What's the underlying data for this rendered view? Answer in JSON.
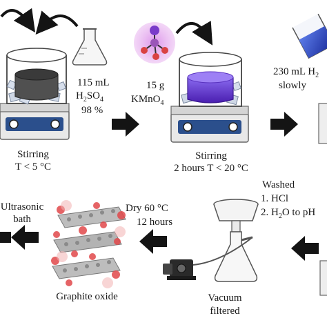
{
  "step1": {
    "acid_volume": "115 mL",
    "acid_formula": "H",
    "acid_sub1": "2",
    "acid_formula2": "SO",
    "acid_sub2": "4",
    "acid_purity": "98 %",
    "action": "Stirring",
    "condition": "T < 5 °C"
  },
  "step2": {
    "oxidant_mass": "15 g",
    "oxidant_formula": "KMnO",
    "oxidant_sub": "4",
    "action": "Stirring",
    "condition": "2 hours T < 20 °C"
  },
  "step3": {
    "addition": "230 mL H",
    "addition_sub": "2",
    "rate": "slowly"
  },
  "step4": {
    "title": "Washed",
    "wash1": "1.  HCl",
    "wash2_pre": "2.  H",
    "wash2_sub": "2",
    "wash2_post": "O to pH"
  },
  "step5": {
    "line1": "Vacuum",
    "line2": "filtered"
  },
  "step6": {
    "dry": "Dry  60 °C",
    "time": "12 hours",
    "product": "Graphite oxide"
  },
  "step7": {
    "line1": "Ultrasonic",
    "line2": "bath"
  },
  "colors": {
    "arrow": "#141414",
    "graphite": "#3a3a3a",
    "permanganate": "#6a3fc9",
    "hotplate_panel": "#2b4f8c",
    "oxygen": "#e0484a",
    "carbon": "#8a8a8a"
  }
}
